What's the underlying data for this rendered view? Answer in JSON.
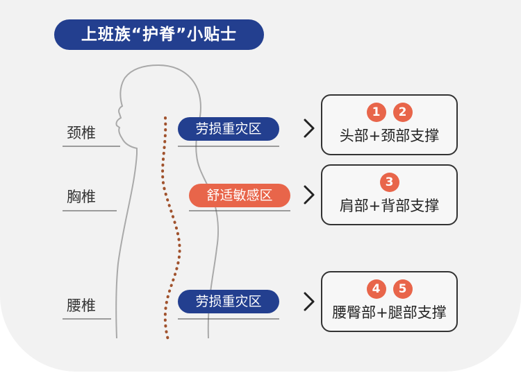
{
  "title": "上班族“护脊”小贴士",
  "spine_labels": {
    "cervical": "颈椎",
    "thoracic": "胸椎",
    "lumbar": "腰椎"
  },
  "zones": {
    "neck": "劳损重灾区",
    "back": "舒适敏感区",
    "waist": "劳损重灾区"
  },
  "tips": [
    {
      "badges": [
        "1",
        "2"
      ],
      "text": "头部+颈部支撑"
    },
    {
      "badges": [
        "3"
      ],
      "text": "肩部+背部支撑"
    },
    {
      "badges": [
        "4",
        "5"
      ],
      "text": "腰臀部+腿部支撑"
    }
  ],
  "colors": {
    "navy": "#233f8f",
    "orange": "#e8654a",
    "spine_dots": "#a0522d"
  },
  "icons": [
    "chevron-right-icon",
    "human-silhouette"
  ]
}
